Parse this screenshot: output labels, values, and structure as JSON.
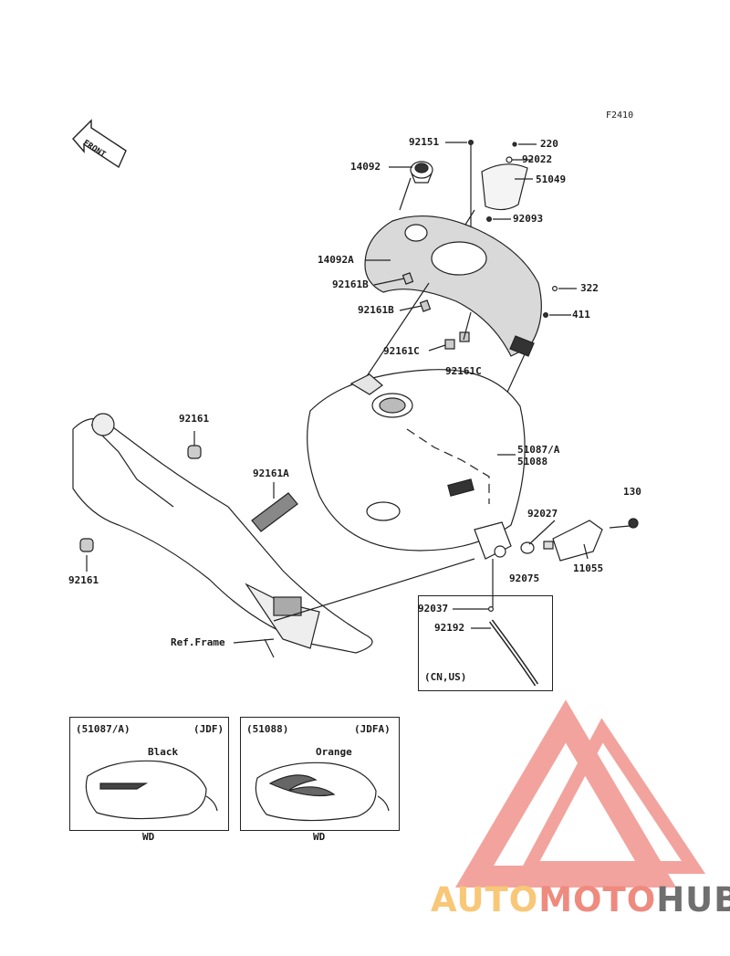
{
  "figure_code": "F2410",
  "front_label": "FRONT",
  "parts": [
    {
      "id": "p92151",
      "num": "92151"
    },
    {
      "id": "p220",
      "num": "220"
    },
    {
      "id": "p92022",
      "num": "92022"
    },
    {
      "id": "p14092",
      "num": "14092"
    },
    {
      "id": "p51049",
      "num": "51049"
    },
    {
      "id": "p92093",
      "num": "92093"
    },
    {
      "id": "p14092A",
      "num": "14092A"
    },
    {
      "id": "p92161B1",
      "num": "92161B"
    },
    {
      "id": "p322",
      "num": "322"
    },
    {
      "id": "p92161B2",
      "num": "92161B"
    },
    {
      "id": "p411",
      "num": "411"
    },
    {
      "id": "p92161C1",
      "num": "92161C"
    },
    {
      "id": "p92161C2",
      "num": "92161C"
    },
    {
      "id": "p92161a",
      "num": "92161"
    },
    {
      "id": "p51087",
      "num": "51087/A"
    },
    {
      "id": "p51088",
      "num": "51088"
    },
    {
      "id": "p92161A",
      "num": "92161A"
    },
    {
      "id": "p130",
      "num": "130"
    },
    {
      "id": "p92027",
      "num": "92027"
    },
    {
      "id": "p92075",
      "num": "92075"
    },
    {
      "id": "p11055",
      "num": "11055"
    },
    {
      "id": "p92161b",
      "num": "92161"
    },
    {
      "id": "p92037",
      "num": "92037"
    },
    {
      "id": "p92192",
      "num": "92192"
    },
    {
      "id": "pRef",
      "num": "Ref.Frame"
    }
  ],
  "region_box": {
    "note": "(CN,US)"
  },
  "variants": [
    {
      "code": "(51087/A)",
      "spec": "(JDF)",
      "color": "Black",
      "market": "WD"
    },
    {
      "code": "(51088)",
      "spec": "(JDFA)",
      "color": "Orange",
      "market": "WD"
    }
  ],
  "watermark": {
    "part1": "AUTO",
    "part2": "MOTO",
    "part3": "HUB"
  },
  "colors": {
    "watermark_light": "#f8c777",
    "watermark_mid": "#ef8a7f",
    "watermark_dark": "#6f6f6f",
    "logo_mark": "#f19a93",
    "line": "#222222"
  }
}
